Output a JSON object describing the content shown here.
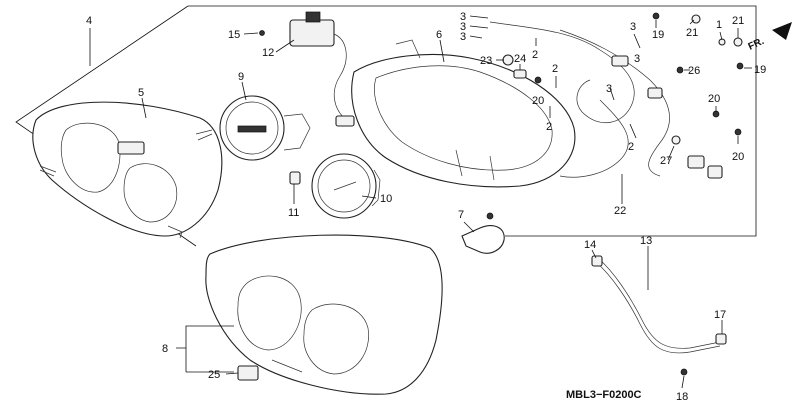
{
  "diagram": {
    "code": "MBL3−F0200C",
    "direction": "FR.",
    "callouts": {
      "n1": "1",
      "n2a": "2",
      "n2b": "2",
      "n2c": "2",
      "n2d": "2",
      "n3a": "3",
      "n3b": "3",
      "n3c": "3",
      "n3d": "3",
      "n3e": "3",
      "n3f": "3",
      "n4": "4",
      "n5": "5",
      "n6": "6",
      "n7": "7",
      "n8": "8",
      "n9": "9",
      "n10": "10",
      "n11": "11",
      "n12": "12",
      "n13": "13",
      "n14": "14",
      "n15": "15",
      "n17": "17",
      "n18": "18",
      "n19a": "19",
      "n19b": "19",
      "n20a": "20",
      "n20b": "20",
      "n20c": "20",
      "n21a": "21",
      "n21b": "21",
      "n22": "22",
      "n23": "23",
      "n24": "24",
      "n25": "25",
      "n26": "26",
      "n27": "27"
    }
  }
}
